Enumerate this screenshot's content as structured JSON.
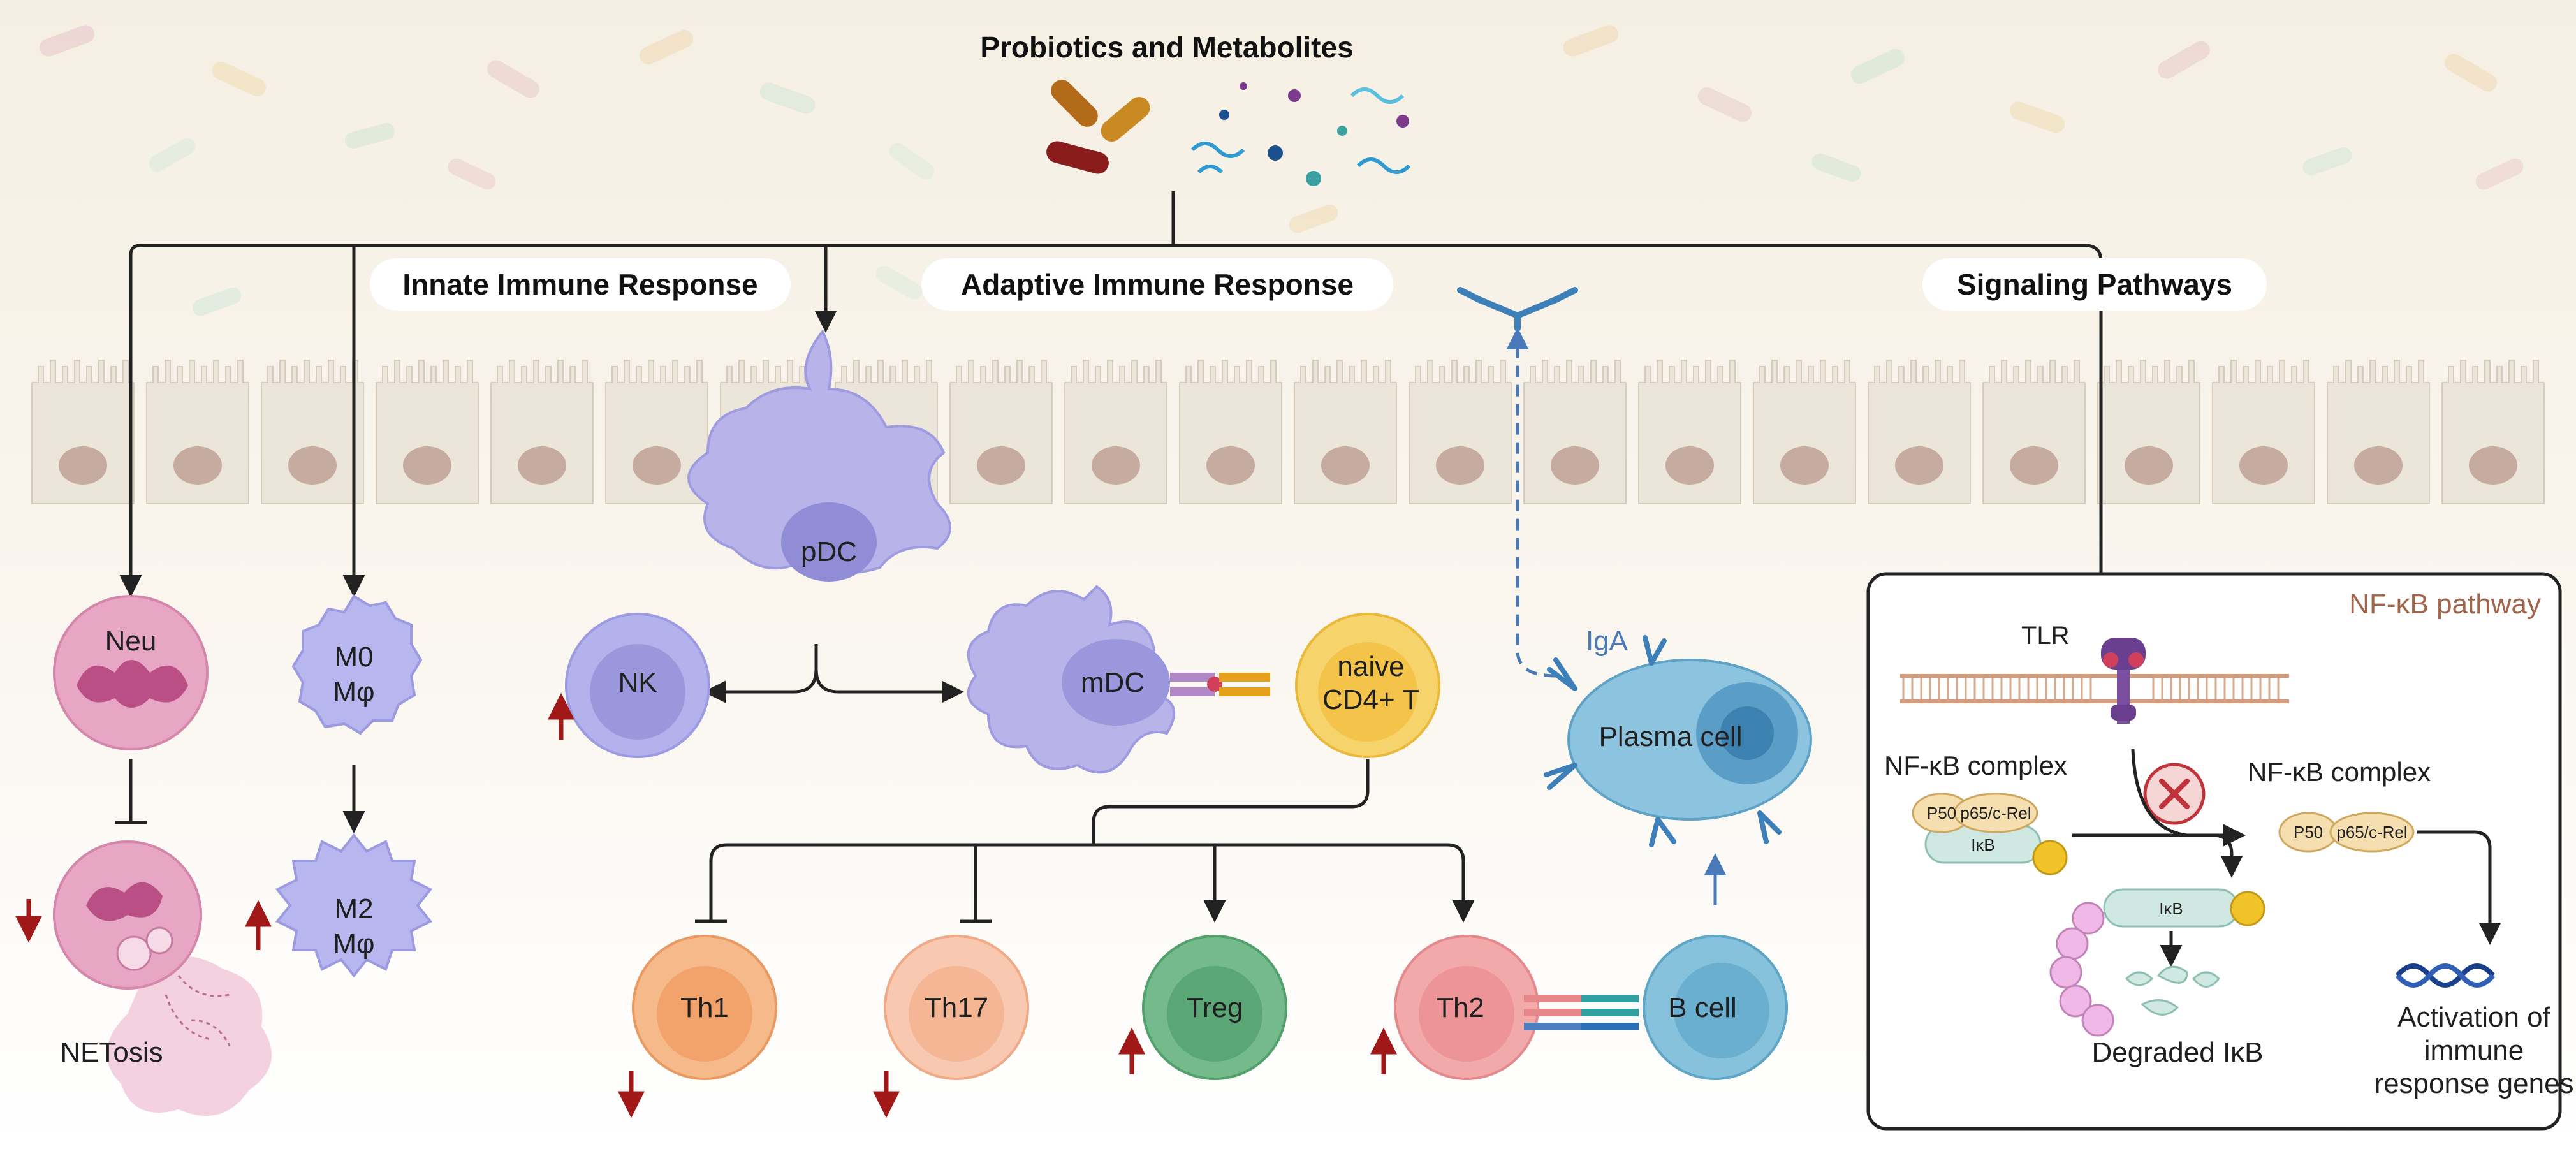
{
  "title": "Probiotics and Metabolites",
  "sections": {
    "innate": "Innate Immune Response",
    "adaptive": "Adaptive Immune Response",
    "signaling": "Signaling Pathways"
  },
  "cells": {
    "neu": "Neu",
    "m0": [
      "M0",
      "Mφ"
    ],
    "m2": [
      "M2",
      "Mφ"
    ],
    "netosis": "NETosis",
    "pdc": "pDC",
    "nk": "NK",
    "mdc": "mDC",
    "naive": [
      "naive",
      "CD4+ T"
    ],
    "th1": "Th1",
    "th17": "Th17",
    "treg": "Treg",
    "th2": "Th2",
    "bcell": "B cell",
    "plasma": "Plasma cell",
    "iga": "IgA"
  },
  "pathway": {
    "title": "NF-κB pathway",
    "tlr": "TLR",
    "complex_left": "NF-κB complex",
    "complex_right": "NF-κB complex",
    "p50": "P50",
    "p65": "p65/c-Rel",
    "ikb": "IκB",
    "degraded": "Degraded IκB",
    "activation": [
      "Activation of",
      "immune",
      "response genes"
    ]
  },
  "colors": {
    "bg_top": "#f6f1e6",
    "epithelium": "#ece5da",
    "nucleus": "#c6aca0",
    "arrow": "#222222",
    "up_down_arrow": "#a11818",
    "iga_arrow": "#4a79b8",
    "neu": "#e7a7c4",
    "macrophage": "#b7b6ef",
    "dc": "#b8b4ea",
    "nk": "#b4b2ec",
    "th1": "#f5b98a",
    "th17": "#f8c9b0",
    "treg": "#75ba8a",
    "th2": "#f2a9aa",
    "bcell": "#86c2db",
    "plasma": "#8cc3df",
    "naive": "#f7d36b",
    "inhibit": "#c1333a"
  },
  "icons": [
    "probiotic-rod-icon",
    "metabolite-dot-icon",
    "antibody-icon",
    "dna-helix-icon",
    "inhibition-x-icon",
    "tlr-receptor-icon"
  ]
}
